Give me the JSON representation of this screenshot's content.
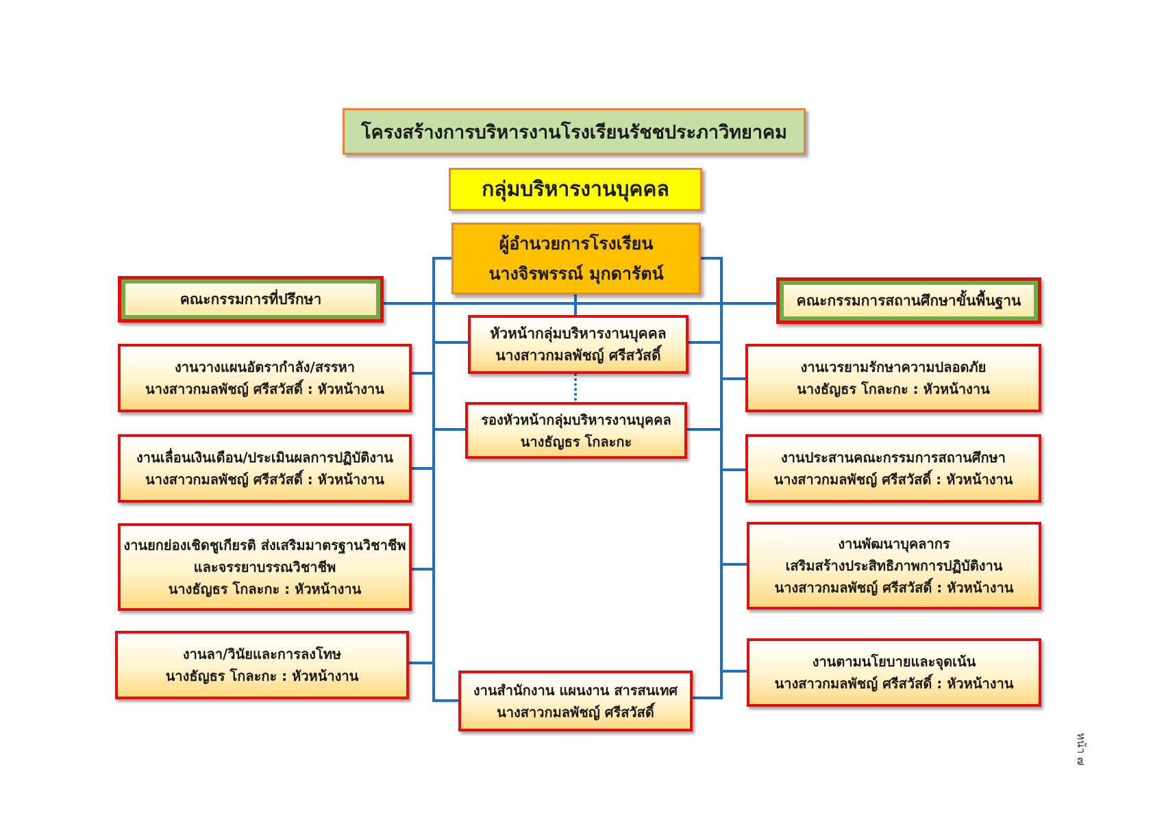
{
  "title": "โครงสร้างการบริหารงานโรงเรียนรัชชประภาวิทยาคม",
  "group": "กลุ่มบริหารงานบุคคล",
  "director": {
    "role": "ผู้อำนวยการโรงเรียน",
    "name": "นางจิรพรรณ์  มุกดารัตน์"
  },
  "advisory_committee": "คณะกรรมการที่ปรึกษา",
  "basic_committee": "คณะกรรมการสถานศึกษาขั้นพื้นฐาน",
  "head": {
    "role": "หัวหน้ากลุ่มบริหารงานบุคคล",
    "name": "นางสาวกมลพัชญ์  ศรีสวัสดิ์"
  },
  "deputy": {
    "role": "รองหัวหน้ากลุ่มบริหารงานบุคคล",
    "name": "นางธัญธร  โกละกะ"
  },
  "office": {
    "role": "งานสำนักงาน แผนงาน สารสนเทศ",
    "name": "นางสาวกมลพัชญ์  ศรีสวัสดิ์"
  },
  "left_units": [
    {
      "lines": [
        "งานวางแผนอัตรากำลัง/สรรหา",
        "นางสาวกมลพัชญ์  ศรีสวัสดิ์  : หัวหน้างาน"
      ]
    },
    {
      "lines": [
        "งานเลื่อนเงินเดือน/ประเมินผลการปฏิบัติงาน",
        "นางสาวกมลพัชญ์  ศรีสวัสดิ์  :  หัวหน้างาน"
      ]
    },
    {
      "lines": [
        "งานยกย่องเชิดชูเกียรติ ส่งเสริมมาตรฐานวิชาชีพ",
        "และจรรยาบรรณวิชาชีพ",
        "นางธัญธร  โกละกะ : หัวหน้างาน"
      ]
    },
    {
      "lines": [
        "งานลา/วินัยและการลงโทษ",
        "นางธัญธร  โกละกะ  :  หัวหน้างาน"
      ]
    }
  ],
  "right_units": [
    {
      "lines": [
        "งานเวรยามรักษาความปลอดภัย",
        "นางธัญธร  โกละกะ  : หัวหน้างาน"
      ]
    },
    {
      "lines": [
        "งานประสานคณะกรรมการสถานศึกษา",
        "นางสาวกมลพัชญ์  ศรีสวัสดิ์  : หัวหน้างาน"
      ]
    },
    {
      "lines": [
        "งานพัฒนาบุคลากร",
        "เสริมสร้างประสิทธิภาพการปฏิบัติงาน",
        "นางสาวกมลพัชญ์  ศรีสวัสดิ์  : หัวหน้างาน"
      ]
    },
    {
      "lines": [
        "งานตามนโยบายและจุดเน้น",
        "นางสาวกมลพัชญ์  ศรีสวัสดิ์  : หัวหน้างาน"
      ]
    }
  ],
  "page_mark": "หน้า ๗",
  "colors": {
    "connector": "#1e6fc0",
    "box_border": "#e01010",
    "title_fill": "#c6dfa6",
    "group_fill": "#ffff00",
    "director_fill": "#ffc000",
    "committee_frame": "#70ad47"
  }
}
